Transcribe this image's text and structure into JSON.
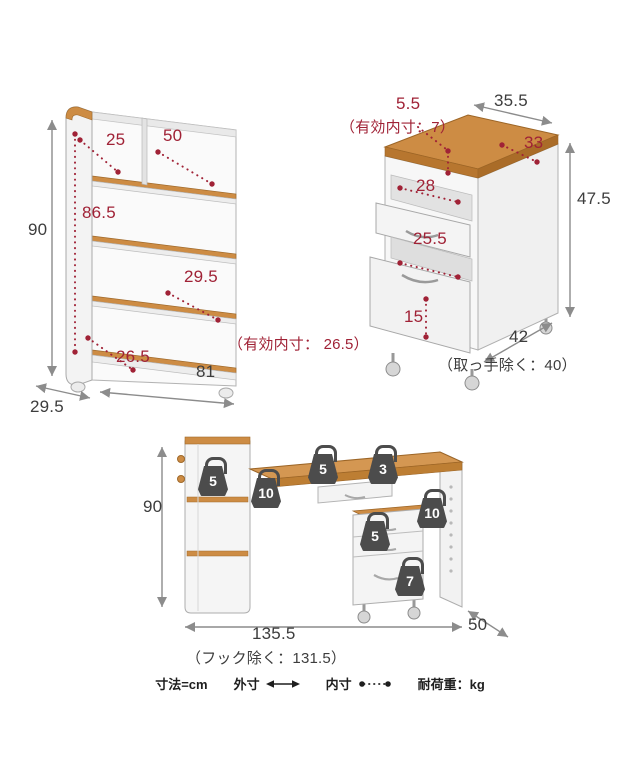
{
  "bookshelf": {
    "height": "90",
    "top_left_inner": "25",
    "top_right_inner": "50",
    "inner_height": "86.5",
    "middle_inner": "29.5",
    "bottom_inner": "26.5",
    "width": "81",
    "depth": "29.5"
  },
  "wagon": {
    "top_clearance": "5.5",
    "top_clearance_note": "（有効内寸：7）",
    "width": "35.5",
    "top_inner_depth": "33",
    "drawer_inner_width": "28",
    "height": "47.5",
    "lower_inner_width": "25.5",
    "lower_inner_height": "15",
    "lower_inner_note": "（有効内寸： 26.5）",
    "depth": "42",
    "depth_note": "（取っ手除く：40）"
  },
  "desk": {
    "height": "90",
    "width": "135.5",
    "width_note": "（フック除く：131.5）",
    "depth": "50",
    "loads": [
      "5",
      "10",
      "5",
      "3",
      "10",
      "5",
      "7"
    ]
  },
  "legend": {
    "unit": "寸法=cm",
    "outer": "外寸",
    "inner": "内寸",
    "load": "耐荷重：kg"
  }
}
